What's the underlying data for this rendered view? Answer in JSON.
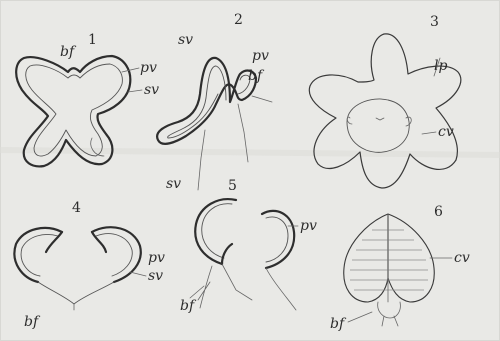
{
  "figures": [
    {
      "number": "1",
      "labels": {
        "bf": "bf",
        "pv": "pv",
        "sv": "sv"
      }
    },
    {
      "number": "2",
      "labels": {
        "sv": "sv",
        "pv": "pv",
        "bf": "bf"
      }
    },
    {
      "number": "3",
      "labels": {
        "lp": "lp",
        "cv": "cv"
      }
    },
    {
      "number": "4",
      "labels": {
        "pv": "pv",
        "sv": "sv",
        "bf": "bf"
      }
    },
    {
      "number": "5",
      "labels": {
        "sv": "sv",
        "pv": "pv",
        "bf": "bf"
      }
    },
    {
      "number": "6",
      "labels": {
        "cv": "cv",
        "bf": "bf"
      }
    }
  ]
}
